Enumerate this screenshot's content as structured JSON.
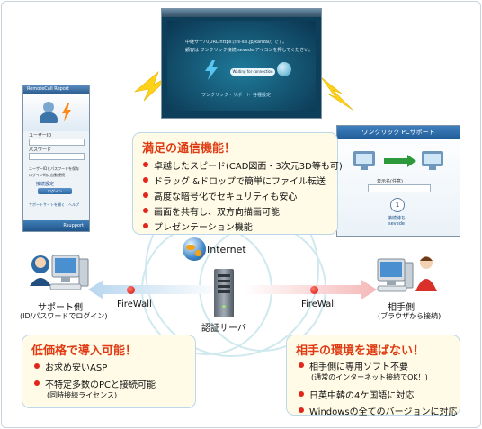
{
  "top_screen": {
    "line1": "中継サーバ(URL https://rs-ssl.jp/kanzai/) です。",
    "line2": "顧客は ワンクリック接続 sevede アイコンを押してください。",
    "button": "Waiting for connection",
    "link1": "ワンクリック・サポート",
    "link2": "各種設定"
  },
  "left_screen": {
    "title": "RemoteCall Report",
    "user_label": "ユーザーID",
    "pass_label": "パスワード",
    "check1": "ユーザーIDとパスワードを保存",
    "check2": "ログイン時に自動接続",
    "link": "接続設定",
    "login_button": "ログイン",
    "footer_links": "サポートサイトを開く　ヘルプ",
    "brand": "Rsupport"
  },
  "right_screen": {
    "title": "ワンクリック PCサポート",
    "field": "表示名(任意)",
    "step_number": "1",
    "status": "接続待ち",
    "status2": "sevede"
  },
  "box_top": {
    "title": "満足の通信機能！",
    "items": [
      "卓越したスピード(CAD図面・3次元3D等も可)",
      "ドラッグ &ドロップで簡単にファイル転送",
      "高度な暗号化でセキュリティも安心",
      "画面を共有し、双方向描画可能",
      "プレゼンテーション機能"
    ]
  },
  "box_left": {
    "title": "低価格で導入可能！",
    "item1": "お求め安いASP",
    "item2": "不特定多数のPCと接続可能",
    "item2_sub": "(同時接続ライセンス)"
  },
  "box_right": {
    "title": "相手の環境を選ばない！",
    "item1": "相手側に専用ソフト不要",
    "item1_sub": "(通常のインターネット接続でOK！)",
    "item2": "日英中韓の4ケ国語に対応",
    "item3": "Windowsの全てのバージョンに対応"
  },
  "labels": {
    "internet": "Internet",
    "firewall_left": "FireWall",
    "firewall_right": "FireWall",
    "auth_server": "認証サーバ",
    "support_side": "サポート側",
    "support_side_sub": "(ID/パスワードでログイン)",
    "client_side": "相手側",
    "client_side_sub": "(ブラウザから接続)"
  },
  "colors": {
    "title_red": "#e03a12",
    "bullet_red": "#e3261b",
    "box_fill": "#fffbe6",
    "box_border": "#bcd7ea",
    "lightning": "#ffd21a",
    "arrow_blue": "#bfdaf0",
    "arrow_pink": "#f5c2c2"
  }
}
